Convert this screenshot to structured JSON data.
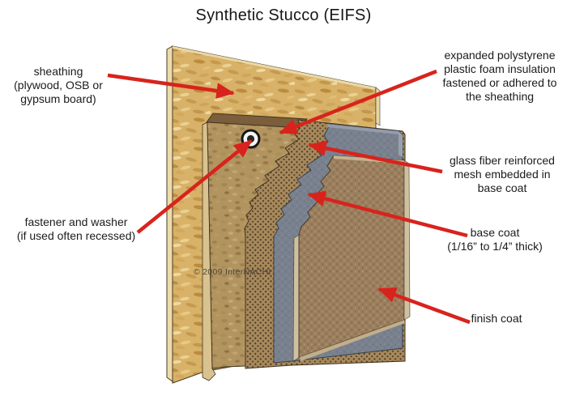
{
  "title": "Synthetic Stucco (EIFS)",
  "copyright": "© 2009 InterNACHI",
  "labels": {
    "sheathing": {
      "lines": [
        "sheathing",
        "(plywood, OSB or",
        "gypsum board)"
      ]
    },
    "fastener": {
      "lines": [
        "fastener and washer",
        "(if used often recessed)"
      ]
    },
    "polystyrene": {
      "lines": [
        "expanded polystyrene",
        "plastic foam insulation",
        "fastened or adhered to",
        "the sheathing"
      ]
    },
    "mesh": {
      "lines": [
        "glass fiber reinforced",
        "mesh embedded in",
        "base coat"
      ]
    },
    "base_coat": {
      "lines": [
        "base coat",
        "(1/16” to 1/4” thick)"
      ]
    },
    "finish_coat": {
      "lines": [
        "finish coat"
      ]
    }
  },
  "colors": {
    "arrow_red": "#d8231d",
    "osb_tan": "#d8b268",
    "foam_tan": "#b2945f",
    "mesh_brown": "#a8895c",
    "base_coat_gray": "#79818e",
    "finish_brown": "#9b7f5e",
    "background": "#ffffff",
    "text": "#1b1b1b"
  }
}
